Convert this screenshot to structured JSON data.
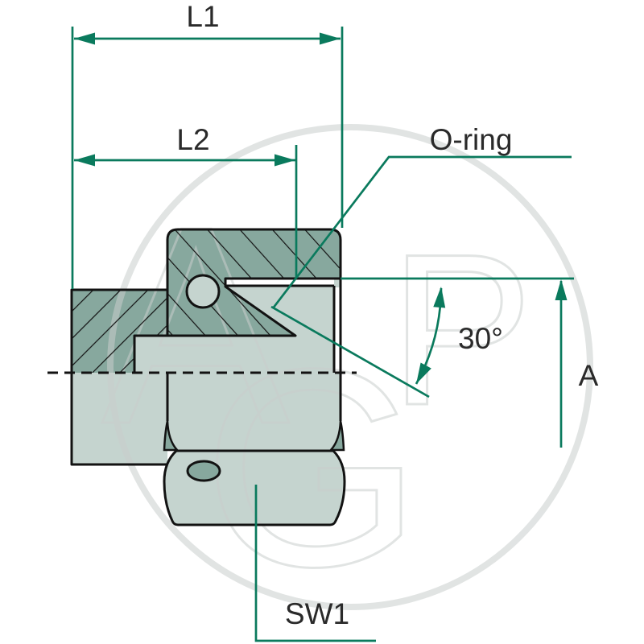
{
  "drawing": {
    "labels": {
      "l1": "L1",
      "l2": "L2",
      "o_ring": "O-ring",
      "angle": "30°",
      "a": "A",
      "sw1": "SW1"
    },
    "watermark": {
      "letter_a": "A",
      "letter_g": "G",
      "letter_p": "P"
    },
    "colors": {
      "dimension_green": "#0a7a5d",
      "section_fill_dark": "#87a89e",
      "surface_fill_light": "#c5d4cf",
      "outline_black": "#121212",
      "label_text": "#2a2a2a",
      "watermark_gray": "#c9cecd",
      "background": "#ffffff"
    }
  }
}
